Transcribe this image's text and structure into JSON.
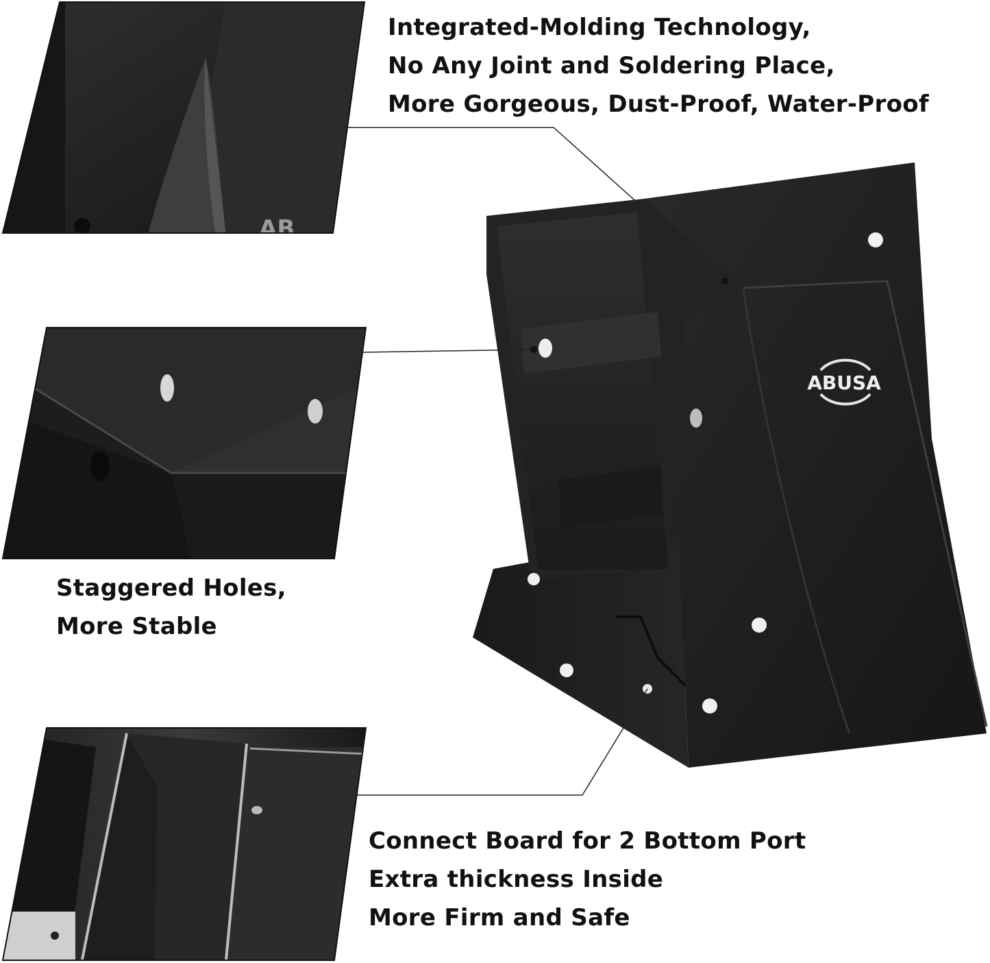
{
  "captions": {
    "top": {
      "line1": "Integrated-Molding Technology,",
      "line2": "No Any Joint and Soldering Place,",
      "line3": "More Gorgeous, Dust-Proof, Water-Proof"
    },
    "middle": {
      "line1": "Staggered Holes,",
      "line2": "More Stable"
    },
    "bottom": {
      "line1": "Connect Board for 2 Bottom Port",
      "line2": "Extra thickness Inside",
      "line3": "More Firm and Safe"
    }
  },
  "brand": {
    "logo_text": "ABUSA"
  },
  "colors": {
    "product_black": "#1c1c1c",
    "text": "#111111",
    "background": "#ffffff"
  }
}
